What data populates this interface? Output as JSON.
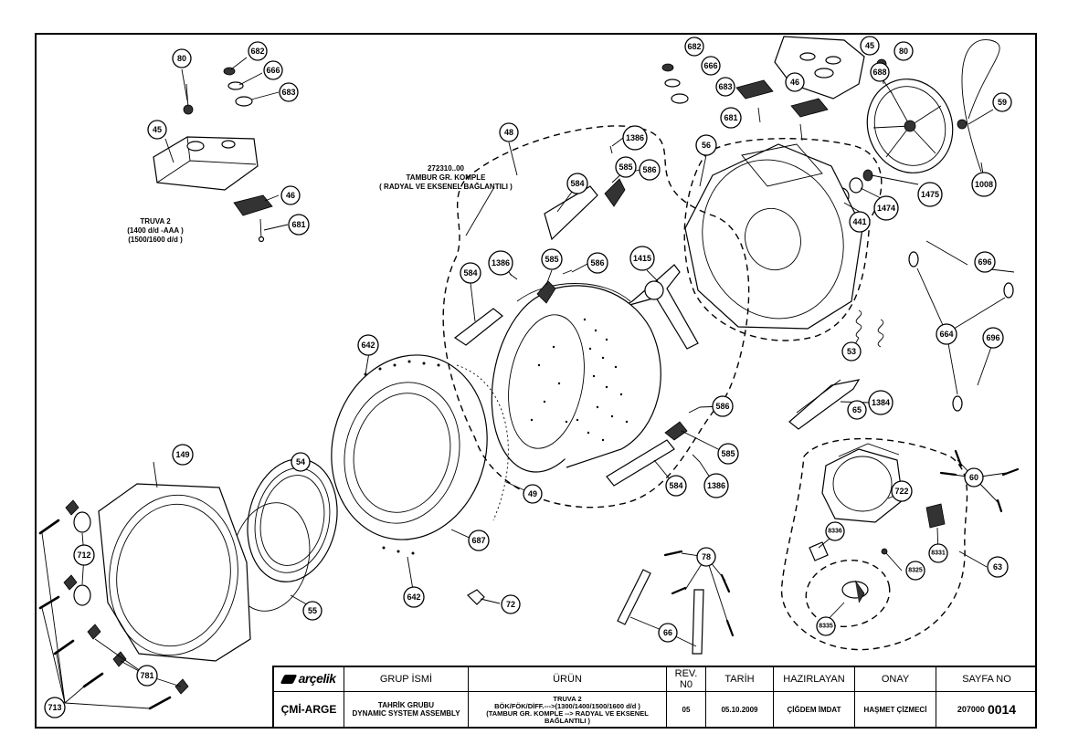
{
  "callouts": [
    "80",
    "682",
    "666",
    "683",
    "45",
    "46",
    "681",
    "48",
    "1386",
    "585",
    "586",
    "584",
    "1415",
    "688",
    "56",
    "59",
    "1008",
    "441",
    "1474",
    "1475",
    "696",
    "664",
    "53",
    "1384",
    "65",
    "642",
    "149",
    "54",
    "49",
    "687",
    "55",
    "712",
    "713",
    "781",
    "72",
    "66",
    "78",
    "722",
    "60",
    "63",
    "8336",
    "8331",
    "8325",
    "8335"
  ],
  "notes": {
    "left_variant": [
      "TRUVA 2",
      "(1400 d/d -AAA )",
      "(1500/1600 d/d )"
    ],
    "drum_group": [
      "272310..00",
      "TAMBUR GR. KOMPLE",
      "( RADYAL VE EKSENEL BAĞLANTILI )"
    ]
  },
  "title_block": {
    "brand": "arçelik",
    "headers": {
      "group": "GRUP İSMİ",
      "product": "ÜRÜN",
      "rev": [
        "REV.",
        "N0"
      ],
      "date": "TARİH",
      "prepared": "HAZIRLAYAN",
      "approved": "ONAY",
      "page": "SAYFA NO"
    },
    "values": {
      "department": "ÇMİ-ARGE",
      "group": [
        "TAHRİK GRUBU",
        "DYNAMIC SYSTEM ASSEMBLY"
      ],
      "product": [
        "TRUVA 2",
        "BÖK/FÖK/DİFF.--->(1300/1400/1500/1600 d/d )",
        "(TAMBUR GR. KOMPLE --> RADYAL VE EKSENEL",
        "BAĞLANTILI )"
      ],
      "rev": "05",
      "date": "05.10.2009",
      "prepared": "ÇİĞDEM İMDAT",
      "approved": "HAŞMET ÇİZMECİ",
      "page_prefix": "207000",
      "page_number": "0014"
    }
  }
}
